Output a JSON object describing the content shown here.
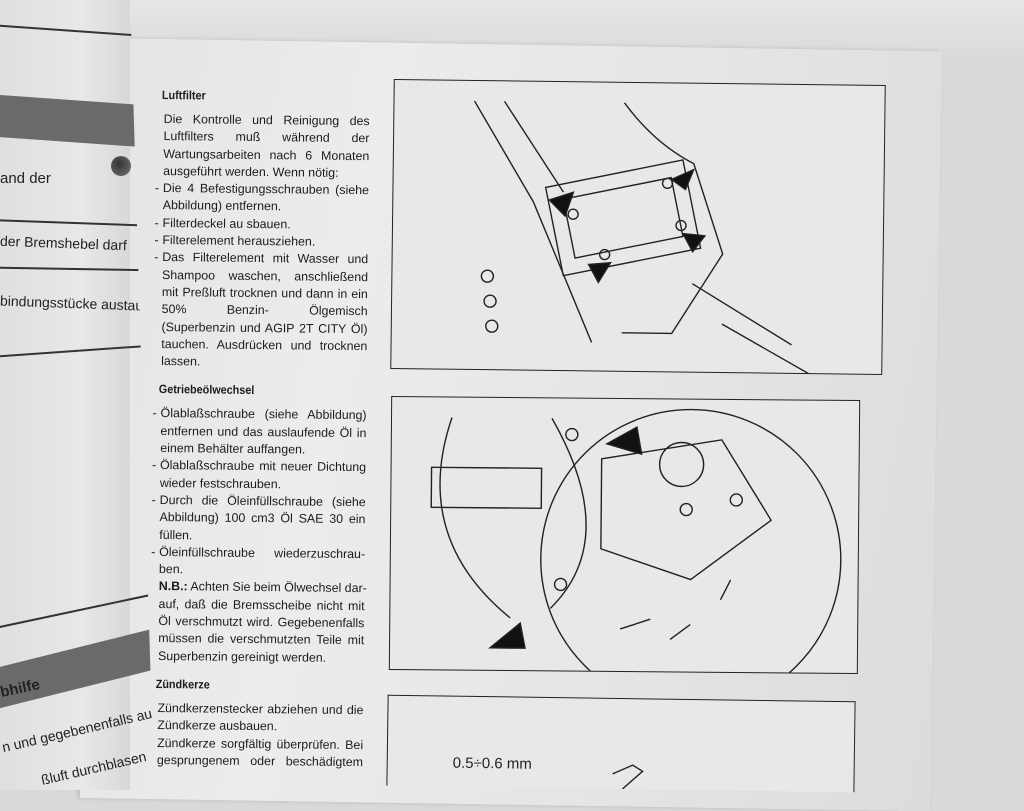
{
  "left_page": {
    "fragments": [
      "and der",
      "der Bremshebel darf",
      "bindungsstücke austau",
      "bhilfe",
      "n und gegebenenfalls austa",
      "ßluft durchblasen"
    ]
  },
  "sections": [
    {
      "heading": "Luftfilter",
      "lines": [
        {
          "t": "Die Kontrolle und Reinigung des",
          "b": false
        },
        {
          "t": "Luftfilters muß während der",
          "b": false
        },
        {
          "t": "Wartungsarbeiten nach 6 Monaten",
          "b": false
        },
        {
          "t": "ausgeführt werden. Wenn nötig:",
          "b": false,
          "last": true
        },
        {
          "t": "Die 4 Befestigungsschrauben (siehe",
          "b": true
        },
        {
          "t": "Abbildung) entfernen.",
          "b": false,
          "last": true
        },
        {
          "t": "Filterdeckel au sbauen.",
          "b": true,
          "last": true
        },
        {
          "t": "Filterelement herausziehen.",
          "b": true,
          "last": true
        },
        {
          "t": "Das Filterelement mit Wasser und",
          "b": true
        },
        {
          "t": "Shampoo waschen, anschließend",
          "b": false
        },
        {
          "t": "mit Preßluft trocknen und dann in ein",
          "b": false
        },
        {
          "t": "50% Benzin- Ölgemisch",
          "b": false
        },
        {
          "t": "(Superbenzin und AGIP 2T CITY Öl)",
          "b": false
        },
        {
          "t": "tauchen. Ausdrücken und trocknen",
          "b": false
        },
        {
          "t": "lassen.",
          "b": false,
          "last": true
        }
      ]
    },
    {
      "heading": "Getriebeölwechsel",
      "lines": [
        {
          "t": "Ölablaßschraube (siehe Abbildung)",
          "b": true
        },
        {
          "t": "entfernen und das auslaufende Öl in",
          "b": false
        },
        {
          "t": "einem Behälter auffangen.",
          "b": false,
          "last": true
        },
        {
          "t": "Ölablaßschraube mit neuer Dichtung",
          "b": true
        },
        {
          "t": "wieder festschrauben.",
          "b": false,
          "last": true
        },
        {
          "t": "Durch die Öleinfüllschraube (siehe",
          "b": true
        },
        {
          "t": "Abbildung) 100 cm3 Öl SAE 30 ein",
          "b": false
        },
        {
          "t": "füllen.",
          "b": false,
          "last": true
        },
        {
          "t": "Öleinfüllschraube wiederzuschrau-",
          "b": true
        },
        {
          "t": "ben.",
          "b": false,
          "last": true
        },
        {
          "t": "N.B.: Achten Sie beim Ölwechsel dar-",
          "b": false
        },
        {
          "t": "auf, daß die Bremsscheibe nicht mit",
          "b": false
        },
        {
          "t": "Öl verschmutzt wird. Gegebenenfalls",
          "b": false
        },
        {
          "t": "müssen die verschmutzten Teile mit",
          "b": false
        },
        {
          "t": "Superbenzin gereinigt werden.",
          "b": false,
          "last": true
        }
      ]
    },
    {
      "heading": "Zündkerze",
      "lines": [
        {
          "t": "Zündkerzenstecker abziehen und die",
          "b": false
        },
        {
          "t": "Zündkerze ausbauen.",
          "b": false,
          "last": true
        },
        {
          "t": "Zündkerze sorgfältig überprüfen. Bei",
          "b": false
        },
        {
          "t": "gesprungenem oder beschädigtem",
          "b": false
        }
      ]
    }
  ],
  "figures": {
    "spark_gap_label": "0.5÷0.6 mm"
  }
}
